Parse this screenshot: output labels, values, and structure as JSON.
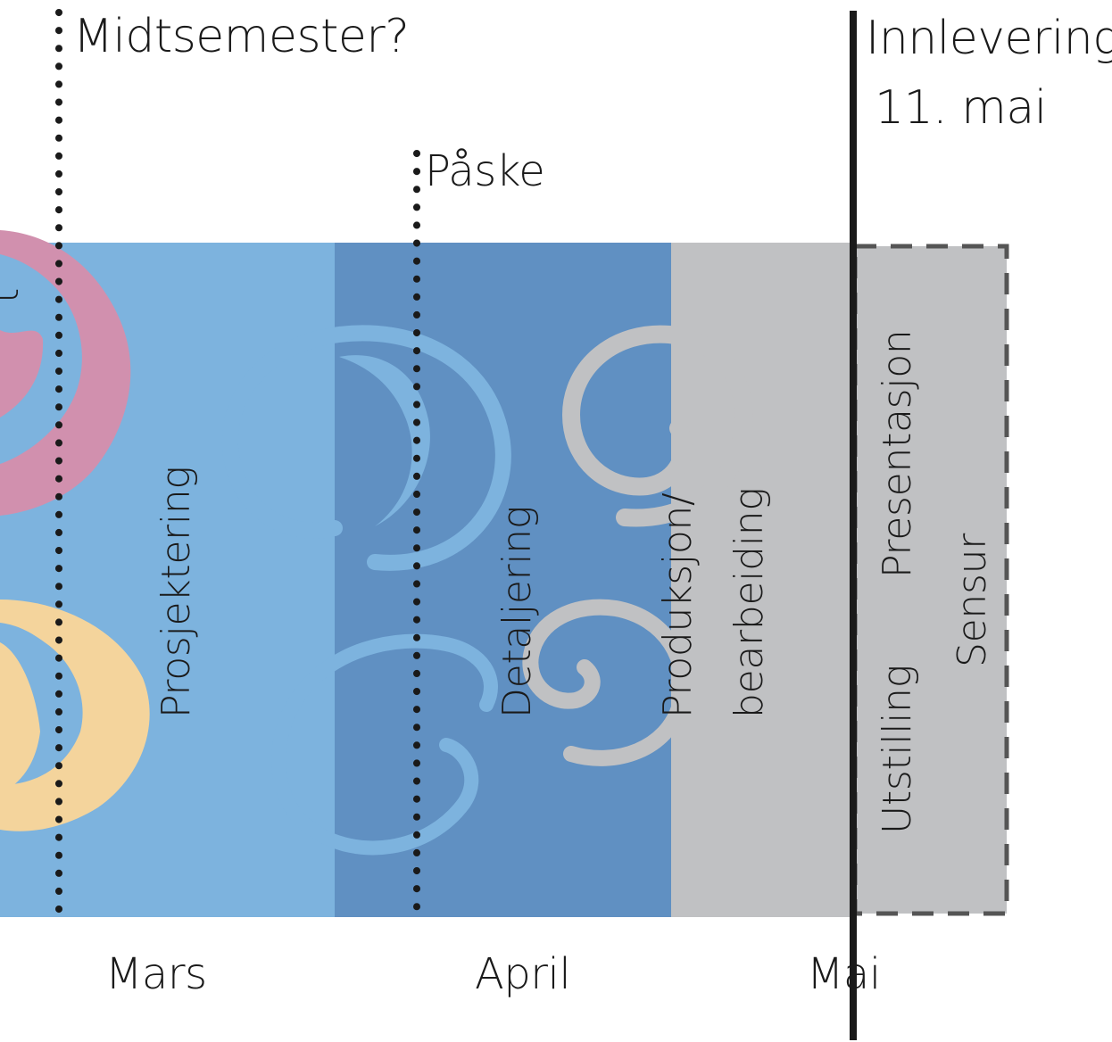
{
  "markers": {
    "midtsemester": "Midtsemester?",
    "paske": "Påske",
    "innlevering_line1": "Innlevering",
    "innlevering_line2": "11. mai"
  },
  "phases": {
    "prosjektering": "Prosjektering",
    "detaljering": "Detaljering",
    "produksjon_line1": "Produksjon/",
    "produksjon_line2": "bearbeiding",
    "presentasjon": "Presentasjon",
    "sensur": "Sensur",
    "utstilling": "Utstilling",
    "cut_label_fragment": "t"
  },
  "months": [
    "Mars",
    "April",
    "Mai"
  ],
  "colors": {
    "light_blue": "#7db3de",
    "mid_blue": "#6090c2",
    "grey": "#c0c1c3",
    "pink": "#d190ae",
    "yellow": "#f4d49c",
    "line": "#1a1a1a",
    "dash": "#555555"
  }
}
